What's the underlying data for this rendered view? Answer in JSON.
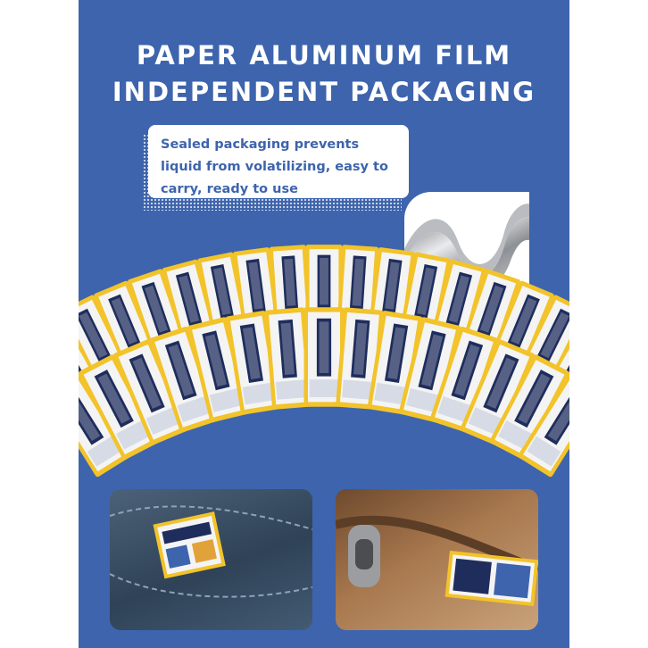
{
  "title_line1": "PAPER ALUMINUM FILM",
  "title_line2": "INDEPENDENT PACKAGING",
  "callout": {
    "line1": "Sealed packaging prevents",
    "line2": "liquid from volatilizing, easy to",
    "line3": "carry, ready to use"
  },
  "colors": {
    "panel_background": "#3d64ad",
    "packet_border": "#f2c32a",
    "packet_face": "#f4f4f4",
    "label_band": "#1e2d5c",
    "callout_text": "#3d64ad",
    "title_text": "#ffffff"
  },
  "illustrations": {
    "film": "aluminum-film-roll",
    "packets": "fanned-wipe-packets",
    "photo_left": "jeans-pocket-with-packet",
    "photo_right": "bag-zipper-with-packet"
  }
}
